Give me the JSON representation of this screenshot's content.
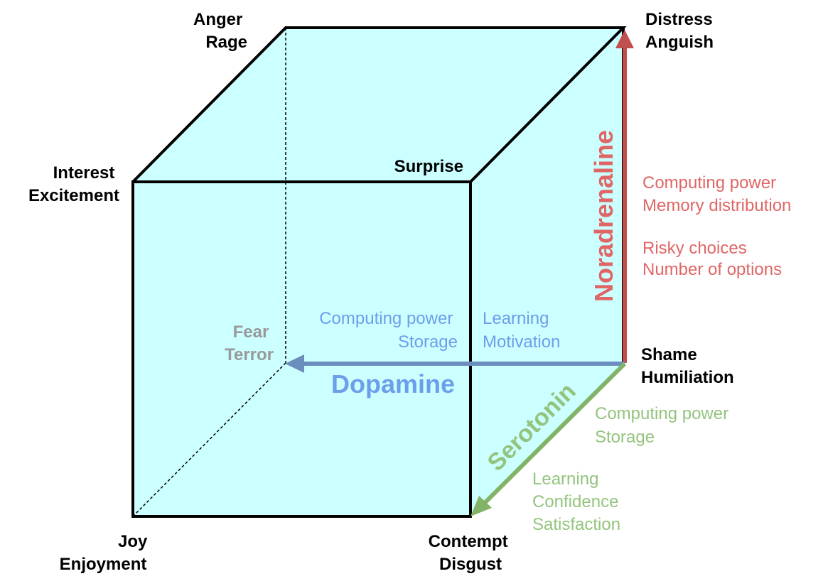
{
  "colors": {
    "cube_fill": "#ccffff",
    "noradrenaline": "#c0504d",
    "dopamine": "#6c8ebf",
    "serotonin": "#82b366",
    "red_text": "#e06666",
    "blue_text": "#6d9eeb",
    "green_text": "#93c47d",
    "hidden_corner_text": "#999999"
  },
  "corners": {
    "anger_rage": [
      "Anger",
      "Rage"
    ],
    "distress_anguish": [
      "Distress",
      "Anguish"
    ],
    "interest_excitement": [
      "Interest",
      "Excitement"
    ],
    "surprise": [
      "Surprise"
    ],
    "fear_terror": [
      "Fear",
      "Terror"
    ],
    "shame_humiliation": [
      "Shame",
      "Humiliation"
    ],
    "joy_enjoyment": [
      "Joy",
      "Enjoyment"
    ],
    "contempt_disgust": [
      "Contempt",
      "Disgust"
    ]
  },
  "axes": {
    "noradrenaline": {
      "label": "Noradrenaline",
      "notes_1": [
        "Computing power",
        "Memory distribution"
      ],
      "notes_2": [
        "Risky choices",
        "Number of options"
      ]
    },
    "dopamine": {
      "label": "Dopamine",
      "notes_1": [
        "Computing power",
        "Storage"
      ],
      "notes_2": [
        "Learning",
        "Motivation"
      ]
    },
    "serotonin": {
      "label": "Serotonin",
      "notes_1": [
        "Computing power",
        "Storage"
      ],
      "notes_2": [
        "Learning",
        "Confidence",
        "Satisfaction"
      ]
    }
  }
}
